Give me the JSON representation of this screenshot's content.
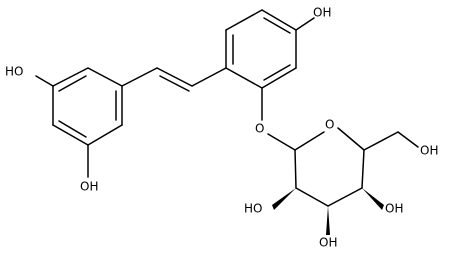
{
  "molecule": {
    "labels": {
      "ho_left_top": "HO",
      "oh_left_bottom": "OH",
      "oh_top_right": "OH",
      "o_glycosidic": "O",
      "o_ring": "O",
      "oh_ch2": "OH",
      "ho_c2": "HO",
      "oh_c4": "OH",
      "oh_c3": "OH"
    }
  },
  "colors": {
    "ink": "#000000",
    "background": "#ffffff"
  }
}
